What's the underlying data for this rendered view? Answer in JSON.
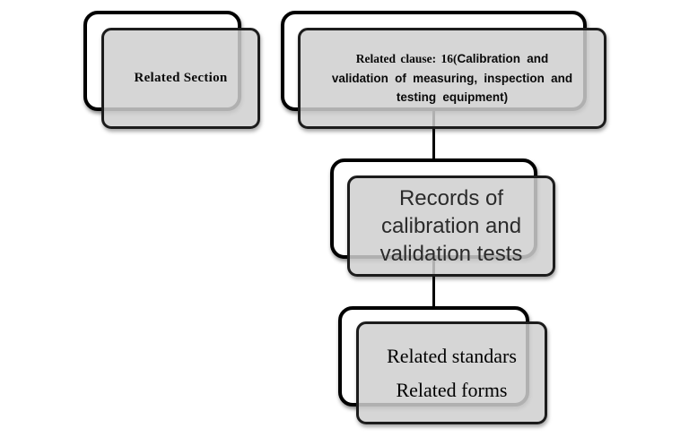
{
  "page": {
    "background_color": "#ffffff"
  },
  "diagram": {
    "style": {
      "card_fill_color": "#d2d2d2",
      "outline_color": "#000000",
      "text_color": "#0a0a0a"
    },
    "nodes": {
      "section": {
        "label": "Related Section"
      },
      "clause": {
        "serif_segment": "Related clause: 16(",
        "sans_line1": "Calibration and",
        "line2": "validation of measuring, inspection and",
        "line3": "testing equipment)"
      },
      "records": {
        "line1": "Records of",
        "line2": "calibration and",
        "line3": "validation tests"
      },
      "standards": {
        "line1": "Related standars",
        "line2": "Related forms"
      }
    },
    "connections": [
      {
        "from": "clause",
        "to": "records"
      },
      {
        "from": "records",
        "to": "standards"
      }
    ]
  }
}
